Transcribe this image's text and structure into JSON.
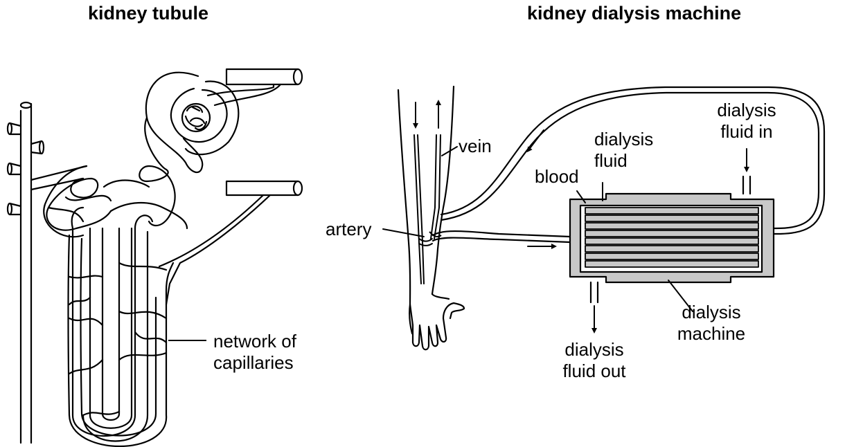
{
  "kidney_tubule": {
    "title": "kidney tubule",
    "labels": {
      "network_line1": "network of",
      "network_line2": "capillaries"
    }
  },
  "dialysis": {
    "title": "kidney dialysis machine",
    "labels": {
      "vein": "vein",
      "artery": "artery",
      "blood": "blood",
      "dialysis_fluid_line1": "dialysis",
      "dialysis_fluid_line2": "fluid",
      "fluid_in_line1": "dialysis",
      "fluid_in_line2": "fluid in",
      "fluid_out_line1": "dialysis",
      "fluid_out_line2": "fluid out",
      "machine_line1": "dialysis",
      "machine_line2": "machine"
    }
  },
  "colors": {
    "line": "#000000",
    "machine_fill": "#c8c8c8",
    "tube_fill": "#ffffff"
  }
}
